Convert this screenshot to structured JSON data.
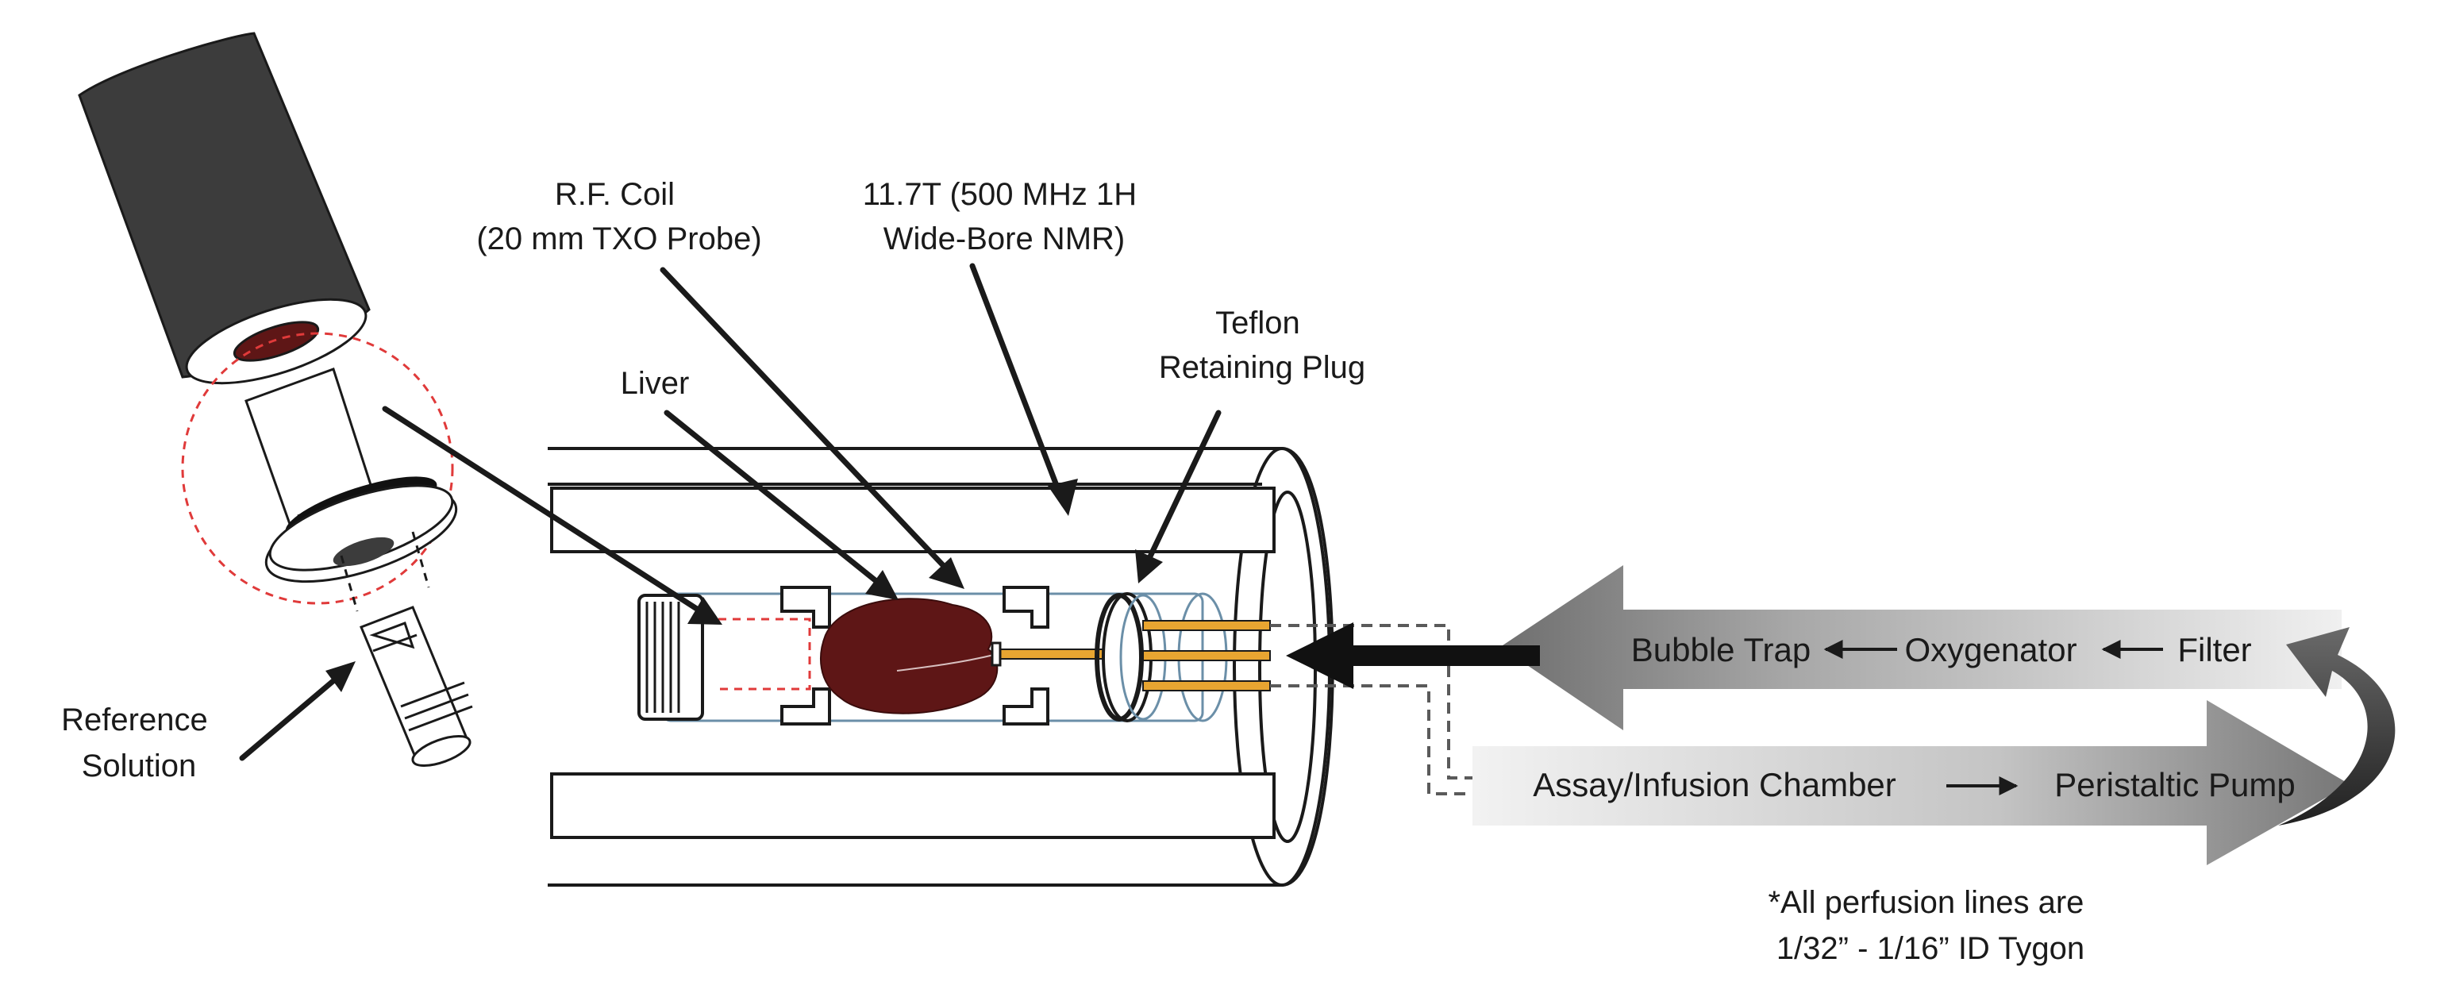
{
  "labels": {
    "rf_coil": [
      "R.F. Coil",
      "(20 mm TXO Probe)"
    ],
    "magnet": [
      "11.7T (500 MHz 1H",
      "Wide-Bore NMR)"
    ],
    "teflon": [
      "Teflon",
      "Retaining Plug"
    ],
    "liver": "Liver",
    "reference": [
      "Reference",
      "Solution"
    ],
    "note": [
      "*All perfusion lines are",
      "1/32” - 1/16”  ID Tygon"
    ]
  },
  "flow": {
    "upper": [
      "Bubble Trap",
      "Oxygenator",
      "Filter"
    ],
    "lower": [
      "Assay/Infusion Chamber",
      "Peristaltic Pump"
    ]
  },
  "colors": {
    "tissue": "#5e1616",
    "cannula": "#e8a531",
    "outline": "#1a1a1a",
    "probe_body": "#3c3c3c",
    "highlight_circle": "#e03a3a",
    "tube_line": "#6b8fa8"
  }
}
